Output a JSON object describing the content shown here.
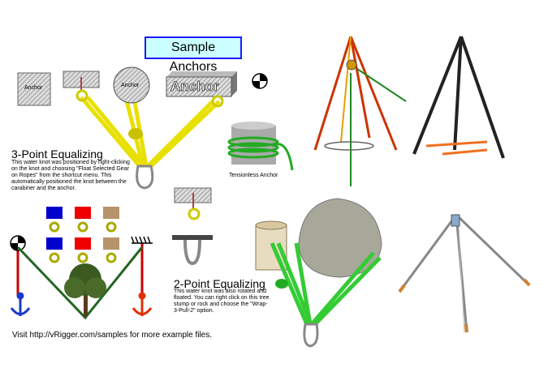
{
  "title": "Sample Anchors",
  "anchor_label": "Anchor",
  "three_point": {
    "heading": "3-Point Equalizing",
    "text": "This water knot was positioned by right-clicking on the knot and choosing \"Float Selected Gear on Ropes\" from the shortcut menu. This automatically positioned the knot between the carabiner and the anchor."
  },
  "two_point": {
    "heading": "2-Point Equalizing",
    "text": "This water knot was also rotated and floated. You can right click on this tree stump or rock and choose the \"Wrap-3-Pull-2\" option."
  },
  "tensionless_label": "Tensionless Anchor",
  "footer": "Visit http://vRigger.com/samples for more example files.",
  "colors": {
    "rope_yellow": "#e8e000",
    "rope_green": "#33cc33",
    "tripod_red": "#cc3300",
    "title_border": "#1a1aff"
  }
}
